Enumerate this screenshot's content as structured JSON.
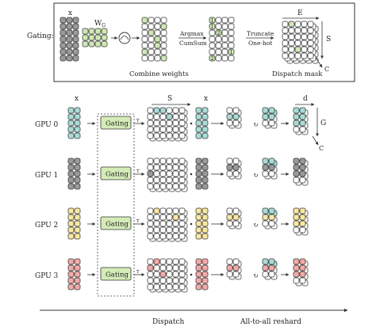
{
  "gating_panel": {
    "label": "Gating:",
    "x_label": "x",
    "weight_label": "W",
    "weight_sub": "G",
    "argmax_label": "Argmax",
    "cumsum_label": "CumSum",
    "truncate_label": "Truncate",
    "onehot_label": "One-hot",
    "e_label": "E",
    "s_label": "S",
    "c_label": "C",
    "combine_caption": "Combine weights",
    "dispatch_caption": "Dispatch mask",
    "cumsum_values": [
      "1",
      "1",
      "2",
      "1",
      "2"
    ]
  },
  "main": {
    "x_label_left": "x",
    "s_label": "S",
    "x_label_mid": "x",
    "d_label": "d",
    "g_label": "G",
    "c_label": "C",
    "gating_label": "Gating",
    "transpose_label": "T",
    "gpus": [
      {
        "label": "GPU 0",
        "color": "#a9dcd6"
      },
      {
        "label": "GPU 1",
        "color": "#9a9a9a"
      },
      {
        "label": "GPU 2",
        "color": "#f7e7a1"
      },
      {
        "label": "GPU 3",
        "color": "#f2aaa8"
      }
    ]
  },
  "footer": {
    "dispatch_label": "Dispatch",
    "reshard_label": "All-to-all reshard"
  },
  "colors": {
    "green": "#cfe8b4",
    "teal": "#a9dcd6",
    "gray": "#9a9a9a",
    "yellow": "#f7e7a1",
    "pink": "#f2aaa8",
    "gating_box": "#d4ebb8"
  }
}
